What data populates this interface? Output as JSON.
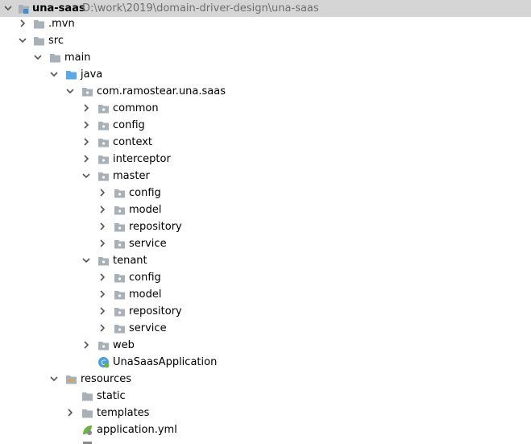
{
  "project": {
    "name": "una-saas",
    "path": "D:\\work\\2019\\domain-driver-design\\una-saas"
  },
  "tree": {
    "mvn": ".mvn",
    "src": "src",
    "main": "main",
    "java": "java",
    "pkg": "com.ramostear.una.saas",
    "common": "common",
    "config": "config",
    "context": "context",
    "interceptor": "interceptor",
    "master": "master",
    "master_config": "config",
    "master_model": "model",
    "master_repository": "repository",
    "master_service": "service",
    "tenant": "tenant",
    "tenant_config": "config",
    "tenant_model": "model",
    "tenant_repository": "repository",
    "tenant_service": "service",
    "web": "web",
    "app_class": "UnaSaasApplication",
    "resources": "resources",
    "static": "static",
    "templates": "templates",
    "app_yml": "application.yml"
  },
  "icons": {
    "folder": "folder-icon",
    "source_root": "source-root-folder-icon",
    "resources_root": "resources-root-folder-icon",
    "package": "package-icon",
    "spring_class": "spring-boot-class-icon",
    "yml": "spring-yml-icon"
  },
  "colors": {
    "selected_row": "#d5d5d5",
    "folder": "#a9b1b8",
    "source_folder": "#5aa9e6",
    "path_text": "#6e6e6e"
  }
}
